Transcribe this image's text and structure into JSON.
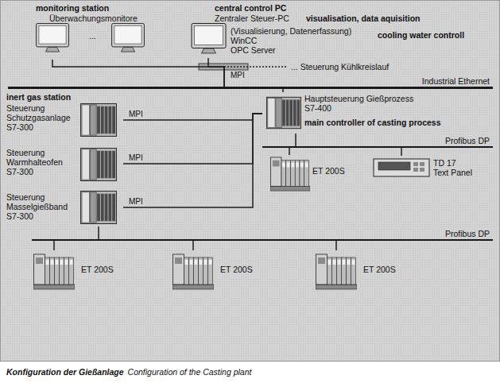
{
  "diagram": {
    "caption": "Konfiguration der Gießanlage",
    "nodes": [
      {
        "text": [
          "monitoring station",
          "Überwachungsmonitore",
          "..."
        ]
      },
      {
        "text": [
          "central control PC",
          "Zentraler Steuer-PC",
          "visualisation, data aquisition",
          "(Visualisierung, Datenerfassung)",
          "WinCC",
          "OPC Server"
        ]
      },
      {
        "text": [
          "cooling water controll",
          "... Steuerung Kühlkreislauf"
        ]
      },
      {
        "text": [
          "Industrial Ethernet"
        ]
      },
      {
        "text": [
          "Hauptsteuerung Gießprozess",
          "S7-400",
          "main controller of casting process"
        ]
      },
      {
        "text": [
          "Profibus DP"
        ]
      },
      {
        "text": [
          "ET 200S"
        ]
      },
      {
        "text": [
          "TD 17",
          "Text Panel"
        ]
      },
      {
        "text": [
          "inert gas station",
          "Steuerung Schutzgasanlage S7-300"
        ]
      },
      {
        "text": [
          "Steuerung Warmhalteofen S7-300"
        ]
      },
      {
        "text": [
          "Steuerung Masselgießband S7-300"
        ]
      },
      {
        "text": [
          "Profibus DP"
        ]
      },
      {
        "text": [
          "ET 200S"
        ]
      },
      {
        "text": [
          "ET 200S"
        ]
      },
      {
        "text": [
          "ET 200S"
        ]
      }
    ],
    "edges": [
      {
        "from": 0,
        "to": 3,
        "arrow": "none"
      },
      {
        "from": 1,
        "to": 3,
        "label": "MPI",
        "arrow": "none"
      },
      {
        "from": 2,
        "to": 3,
        "arrow": "none"
      },
      {
        "from": 4,
        "to": 3,
        "arrow": "none"
      },
      {
        "from": 4,
        "to": 5,
        "arrow": "none"
      },
      {
        "from": 5,
        "to": 6,
        "arrow": "none"
      },
      {
        "from": 5,
        "to": 7,
        "arrow": "none"
      },
      {
        "from": 8,
        "to": 4,
        "label": "MPI",
        "arrow": "none"
      },
      {
        "from": 9,
        "to": 4,
        "label": "MPI",
        "arrow": "none"
      },
      {
        "from": 10,
        "to": 4,
        "label": "MPI",
        "arrow": "none"
      },
      {
        "from": 10,
        "to": 11,
        "arrow": "none"
      },
      {
        "from": 11,
        "to": 12,
        "arrow": "none"
      },
      {
        "from": 11,
        "to": 13,
        "arrow": "none"
      },
      {
        "from": 11,
        "to": 14,
        "arrow": "none"
      }
    ],
    "labels": [
      "Configuration of the Casting plant"
    ]
  }
}
